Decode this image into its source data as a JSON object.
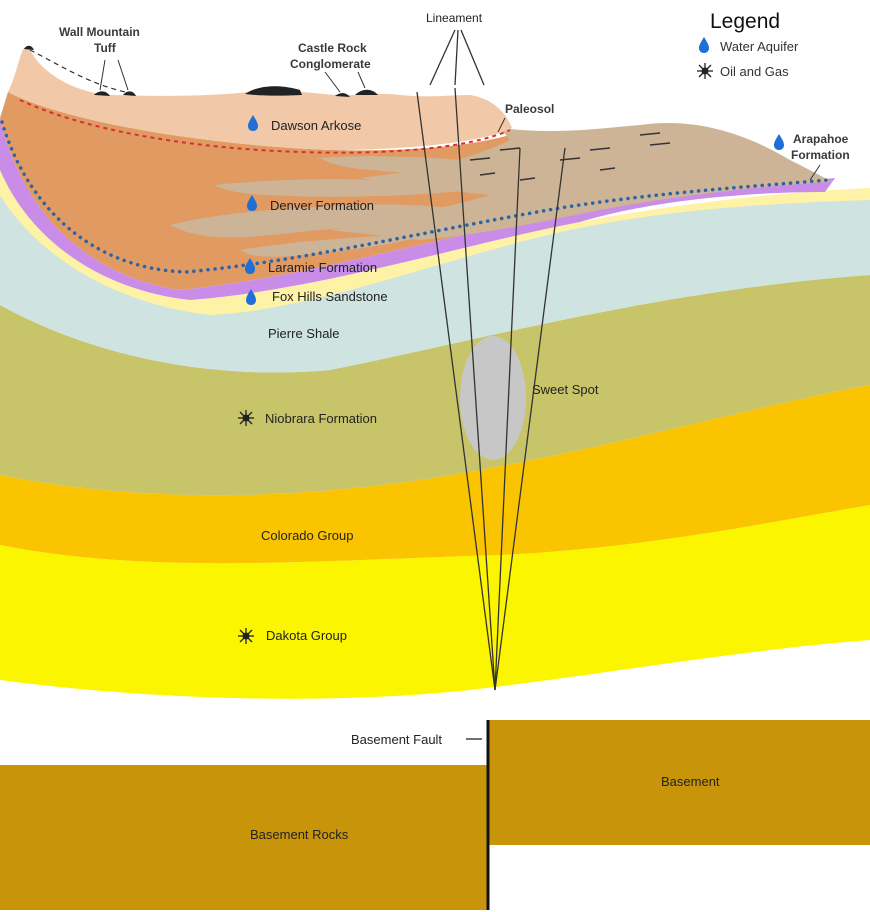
{
  "legend": {
    "title": "Legend",
    "items": [
      {
        "label": "Water Aquifer",
        "icon": "water-drop-icon",
        "color": "#1f6fd6"
      },
      {
        "label": "Oil and Gas",
        "icon": "oil-gas-icon",
        "color": "#222222"
      }
    ]
  },
  "labels": {
    "wall_mountain_tuff": [
      "Wall Mountain",
      "Tuff"
    ],
    "castle_rock_conglomerate": [
      "Castle Rock",
      "Conglomerate"
    ],
    "lineament": "Lineament",
    "paleosol": "Paleosol",
    "arapahoe_formation": [
      "Arapahoe",
      "Formation"
    ],
    "dawson_arkose": "Dawson Arkose",
    "denver_formation": "Denver Formation",
    "laramie_formation": "Laramie Formation",
    "fox_hills_sandstone": "Fox Hills Sandstone",
    "pierre_shale": "Pierre Shale",
    "sweet_spot": "Sweet Spot",
    "niobrara_formation": "Niobrara Formation",
    "colorado_group": "Colorado Group",
    "dakota_group": "Dakota Group",
    "basement_fault": "Basement Fault",
    "basement": "Basement",
    "basement_rocks": "Basement Rocks"
  },
  "colors": {
    "dawson": "#f2c9a8",
    "denver": "#e09a62",
    "paleosol_beds": "#cdb497",
    "laramie": "#c98de8",
    "fox_hills": "#fdf2a6",
    "pierre": "#cfe3e0",
    "niobrara": "#c8c46a",
    "colorado": "#fbc400",
    "dakota": "#fcf500",
    "basement": "#c8950a",
    "sweet_spot": "#c7c7c7",
    "aquifer_dots": "#2a64a8",
    "paleosol_line": "#d83030"
  }
}
